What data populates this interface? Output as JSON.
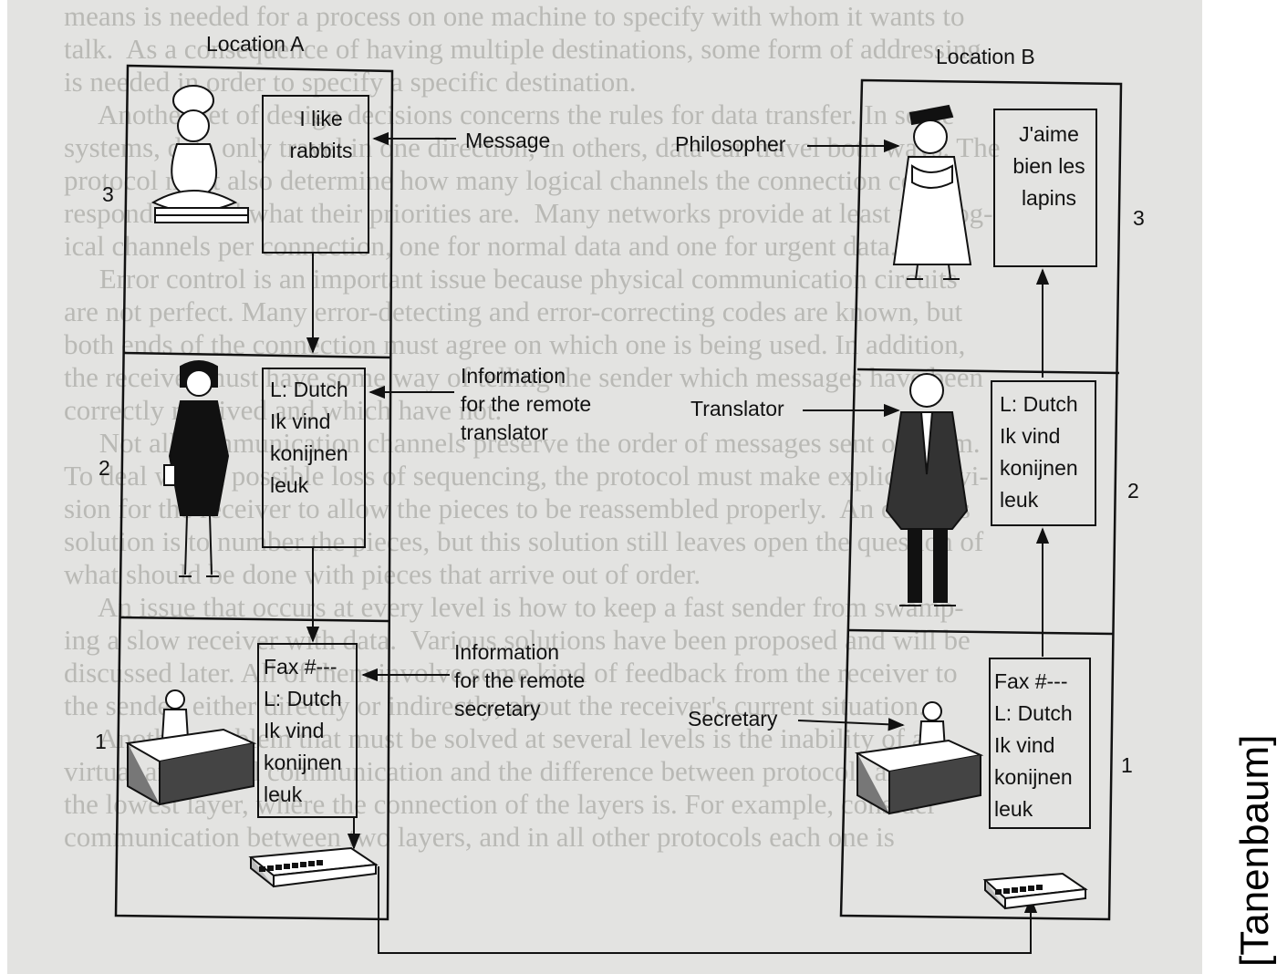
{
  "location_a": {
    "title": "Location A",
    "layers": [
      "3",
      "2",
      "1"
    ],
    "message_box": [
      "I like",
      "rabbits"
    ],
    "translator_box": [
      "L: Dutch",
      "Ik vind",
      "konijnen",
      "leuk"
    ],
    "fax_box": [
      "Fax #---",
      "L: Dutch",
      "Ik vind",
      "konijnen",
      "leuk"
    ]
  },
  "location_b": {
    "title": "Location B",
    "layers": [
      "3",
      "2",
      "1"
    ],
    "message_box": [
      "J'aime",
      "bien les",
      "lapins"
    ],
    "translator_box": [
      "L: Dutch",
      "Ik vind",
      "konijnen",
      "leuk"
    ],
    "fax_box": [
      "Fax #---",
      "L: Dutch",
      "Ik vind",
      "konijnen",
      "leuk"
    ]
  },
  "callouts": {
    "message": "Message",
    "info_translator": [
      "Information",
      "for the remote",
      "translator"
    ],
    "info_secretary": [
      "Information",
      "for the remote",
      "secretary"
    ],
    "philosopher": "Philosopher",
    "translator": "Translator",
    "secretary": "Secretary"
  },
  "credit": "[Tanenbaum]",
  "colors": {
    "background": "#e3e3e1",
    "ink": "#111111",
    "bleed_through": "#b9b9b5"
  }
}
